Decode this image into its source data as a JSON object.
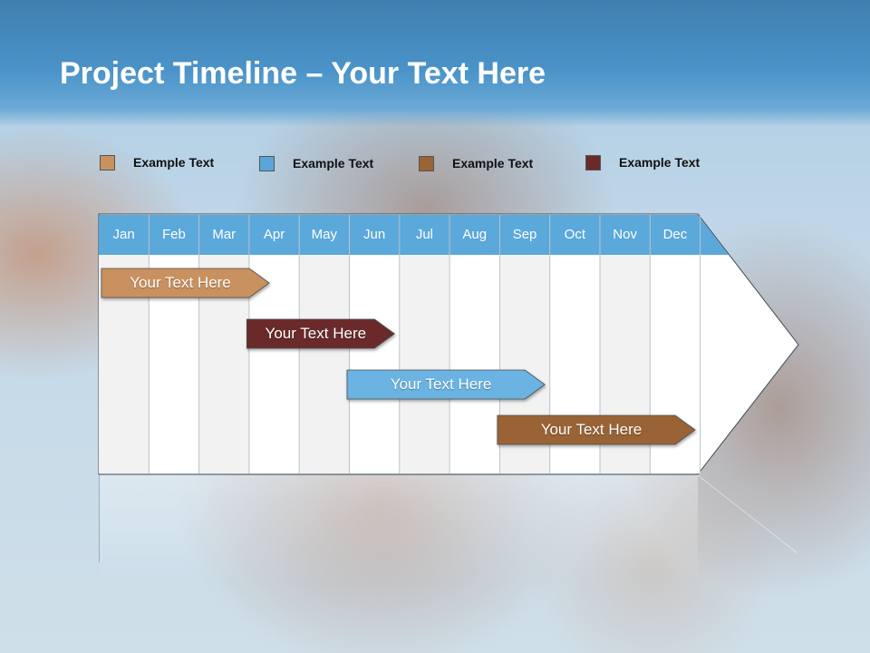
{
  "title": {
    "bold": "Project Timeline",
    "rest": " – Your Text Here"
  },
  "legend": [
    {
      "label": "Example Text",
      "color": "#c9915f"
    },
    {
      "label": "Example Text",
      "color": "#5aa6da"
    },
    {
      "label": "Example Text",
      "color": "#9a6436"
    },
    {
      "label": "Example Text",
      "color": "#6a2a2c"
    }
  ],
  "months": [
    "Jan",
    "Feb",
    "Mar",
    "Apr",
    "May",
    "Jun",
    "Jul",
    "Aug",
    "Sep",
    "Oct",
    "Nov",
    "Dec"
  ],
  "bars": [
    {
      "label": "Your  Text Here",
      "start_month": 1,
      "end_month": 4.4,
      "color": "#c9915f"
    },
    {
      "label": "Your  Text Here",
      "start_month": 3.9,
      "end_month": 6.9,
      "color": "#6a2a2c"
    },
    {
      "label": "Your  Text Here",
      "start_month": 5.9,
      "end_month": 9.9,
      "color": "#6bb3e2"
    },
    {
      "label": "Your  Text Here",
      "start_month": 8.9,
      "end_month": 12.9,
      "color": "#9a6436"
    }
  ],
  "colors": {
    "header_blue": "#4a93c8",
    "month_band": "#5ba8db"
  }
}
